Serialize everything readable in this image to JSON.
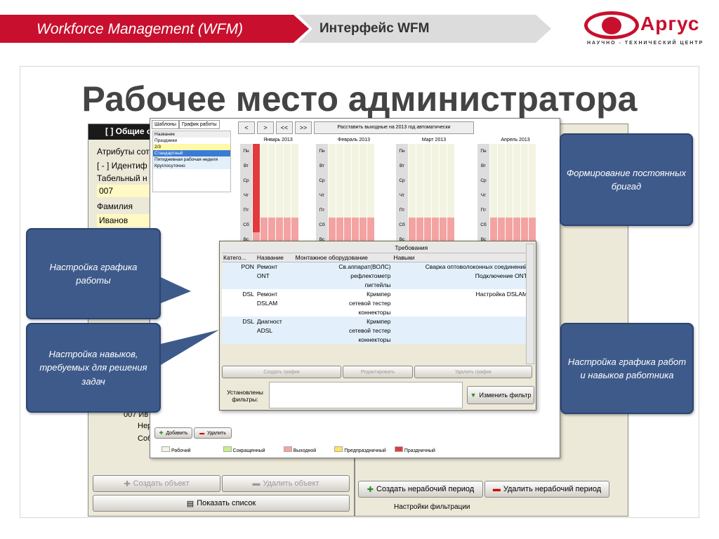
{
  "header": {
    "section": "Workforce Management (WFM)",
    "topic": "Интерфейс WFM",
    "logo_name": "Аргус",
    "logo_sub": "НАУЧНО - ТЕХНИЧЕСКИЙ ЦЕНТР"
  },
  "title": "Рабочее место администратора",
  "left_window": {
    "title": "[ ] Общие с",
    "attrs": "Атрибуты сот",
    "ident": "[ - ] Идентиф",
    "tab_label": "Табельный н",
    "tab_value": "007",
    "surname_label": "Фамилия",
    "surname_value": "Иванов",
    "tree_node": "007 Ив",
    "tree_a": "Нер",
    "tree_b": "Соб",
    "create_object": "Создать объект",
    "delete_object": "Удалить объект",
    "show_list": "Показать список"
  },
  "right_window": {
    "create_period": "Создать нерабочий период",
    "delete_period": "Удалить нерабочий период",
    "filter_settings": "Настройки фильтрации"
  },
  "calendar": {
    "tabs": [
      "Шаблоны",
      "График работы"
    ],
    "templates": [
      "Название",
      "Праздники",
      "2/3",
      "Стандартный",
      "Пятидневная рабочая неделя",
      "Круглосуточно"
    ],
    "nav": [
      "<",
      ">",
      "<<",
      ">>"
    ],
    "auto_btn": "Расставить выходные на 2013 год автоматически",
    "months": [
      "Январь 2013",
      "Февраль 2013",
      "Март 2013",
      "Апрель 2013"
    ],
    "add": "Добавить",
    "remove": "Удалить",
    "legend": [
      "Рабочий",
      "Сокращенный",
      "Выходной",
      "Предпраздничный",
      "Праздничный"
    ]
  },
  "requirements": {
    "header_group": "Требования",
    "cols": [
      "Катего...",
      "Название",
      "Монтажное оборудование",
      "Навыки"
    ],
    "rows": [
      [
        "PON",
        "Ремонт",
        "Св.аппарат(ВОЛС)",
        "Сварка оптоволоконных соединений"
      ],
      [
        "",
        "ONT",
        "рефлектометр",
        "Подключение ONT"
      ],
      [
        "",
        "",
        "пигтейлы",
        ""
      ],
      [
        "DSL",
        "Ремонт",
        "Кримпер",
        "Настройка DSLAM"
      ],
      [
        "",
        "DSLAM",
        "сетевой тестер",
        ""
      ],
      [
        "",
        "",
        "коннекторы",
        ""
      ],
      [
        "DSL",
        "Диагност",
        "Кримпер",
        ""
      ],
      [
        "",
        "ADSL",
        "сетевой тестер",
        ""
      ],
      [
        "",
        "",
        "коннекторы",
        ""
      ]
    ],
    "btn_create": "Создать график",
    "btn_edit": "Редактировать",
    "btn_delete": "Удалить график",
    "filters_label": "Установлены фильтры:",
    "change_filter": "Изменить фильтр"
  },
  "callouts": {
    "brigades": "Формирование постоянных бригад",
    "schedule": "Настройка графика работы",
    "skills": "Настройка навыков, требуемых для решения задач",
    "worker": "Настройка графика работ и навыков работника"
  }
}
